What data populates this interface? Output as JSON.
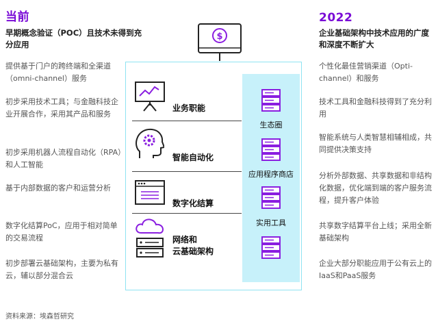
{
  "left": {
    "title": "当前",
    "subtitle": "早期概念验证（POC）且技术未得到充分应用",
    "items": [
      "提供基于门户的跨终端和全渠道（omni-channel）服务",
      "初步采用技术工具；与金融科技企业开展合作，采用其产品和服务",
      "初步采用机器人流程自动化（RPA）和人工智能",
      "基于内部数据的客户和运营分析",
      "数字化结算PoC，应用于相对简单的交易流程",
      "初步部署云基础架构，主要为私有云，辅以部分混合云"
    ]
  },
  "right": {
    "title": "2022",
    "subtitle": "企业基础架构中技术应用的广度和深度不断扩大",
    "items": [
      "个性化最佳营销渠道（Opti-channel）和服务",
      "技术工具和金融科技得到了充分利用",
      "智能系统与人类智慧相辅相成，共同提供决策支持",
      "分析外部数据、共享数据和非结构化数据，优化端到端的客户服务流程，提升客户体验",
      "共享数字结算平台上线；采用全新基础架构",
      "企业大部分职能应用于公有云上的IaaS和PaaS服务"
    ]
  },
  "center": {
    "categories": [
      "业务职能",
      "智能自动化",
      "数字化结算",
      "网络和",
      "云基础架构"
    ],
    "panel_labels": [
      "生态圈",
      "应用程序商店",
      "实用工具"
    ]
  },
  "source": "资料来源：埃森哲研究",
  "icons": [
    "presentation-board-icon",
    "ai-head-gear-icon",
    "browser-window-icon",
    "cloud-server-icon",
    "server-rack-icon",
    "dollar-monitor-icon"
  ],
  "colors": {
    "accent": "#7a0bd6",
    "panel": "#c7f1fa",
    "frame": "#8ee3f2",
    "icon": "#8a1ee0"
  }
}
